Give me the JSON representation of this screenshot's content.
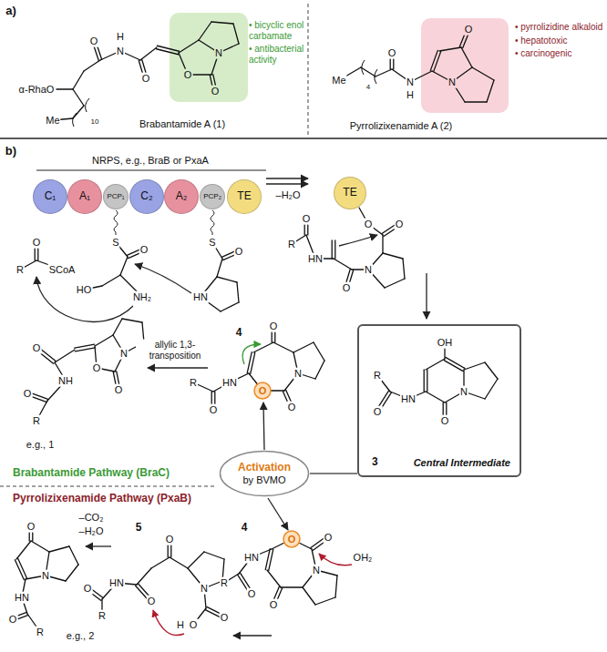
{
  "diagram": {
    "nodes": [
      {
        "text": [
          "C₁"
        ]
      },
      {
        "text": [
          "A₁"
        ]
      },
      {
        "text": [
          "PCP₁"
        ]
      },
      {
        "text": [
          "C₂"
        ]
      },
      {
        "text": [
          "A₂"
        ]
      },
      {
        "text": [
          "PCP₂"
        ]
      },
      {
        "text": [
          "TE"
        ]
      },
      {
        "text": [
          "TE"
        ]
      },
      {
        "text": [
          "3",
          "Central Intermediate"
        ]
      },
      {
        "text": [
          "Activation",
          "by BVMO"
        ]
      }
    ],
    "edges": [
      {
        "from": 8,
        "to": 9,
        "arrow": "none"
      }
    ],
    "labels": [
      "a)",
      "α-RhaO",
      "Me",
      "10",
      "O",
      "H",
      "N",
      "O",
      "O",
      "N",
      "O",
      "• bicyclic enol carbamate",
      "• antibacterial activity",
      "Brabantamide A (1)",
      "Me",
      "4",
      "O",
      "N",
      "H",
      "O",
      "N",
      "• pyrrolizidine alkaloid",
      "• hepatotoxic",
      "• carcinogenic",
      "Pyrrolizixenamide A (2)",
      "b)",
      "NRPS, e.g., BraB or PxaA",
      "O",
      "R",
      "SCoA",
      "S",
      "O",
      "HO",
      "NH₂",
      "S",
      "O",
      "HN",
      "–H₂O",
      "O",
      "R",
      "HN",
      "O",
      "N",
      "O",
      "O",
      "OH",
      "N",
      "O",
      "HN",
      "R",
      "O",
      "4",
      "O",
      "N",
      "O",
      "O",
      "HN",
      "R",
      "O",
      "allylic 1,3- transposition",
      "O",
      "NH",
      "O",
      "N",
      "O",
      "O",
      "R",
      "e.g., 1",
      "Brabantamide Pathway (BraC)",
      "Pyrrolizixenamide Pathway (PxaB)",
      "4",
      "O",
      "O",
      "N",
      "O",
      "HN",
      "O",
      "R",
      "OH₂",
      "5",
      "O",
      "N",
      "O",
      "O",
      "H",
      "O",
      "HN",
      "O",
      "R",
      "–CO₂",
      "–H₂O",
      "O",
      "N",
      "HN",
      "O",
      "R",
      "e.g., 2"
    ]
  }
}
